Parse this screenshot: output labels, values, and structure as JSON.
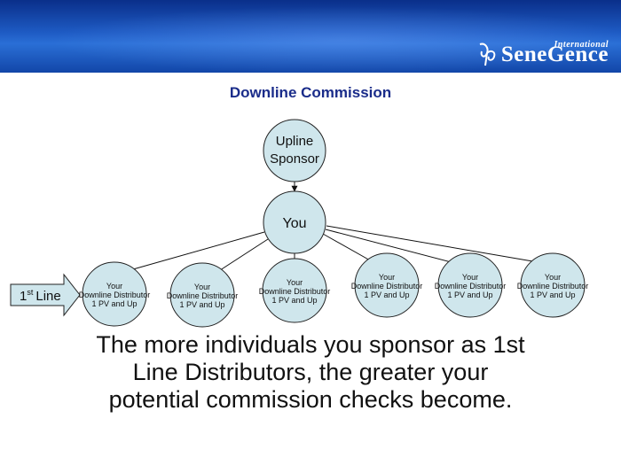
{
  "header": {
    "logo_text": "SeneGence",
    "logo_superscript": "International",
    "logo_icon": "butterfly-swirl-icon",
    "accent": "#1e5bc4"
  },
  "title": "Downline Commission",
  "nodes": {
    "upline": {
      "label_line1": "Upline",
      "label_line2": "Sponsor"
    },
    "you": {
      "label": "You"
    },
    "distributor": {
      "line1": "Your",
      "line2": "Downline Distributor",
      "line3": "1 PV and Up"
    },
    "count": 6
  },
  "first_line": {
    "label": "1",
    "superscript": "st",
    "suffix": "Line"
  },
  "caption": "The more individuals you sponsor as 1st Line Distributors, the greater your potential commission checks become.",
  "colors": {
    "node_fill": "#cfe6ec",
    "node_stroke": "#222222"
  }
}
